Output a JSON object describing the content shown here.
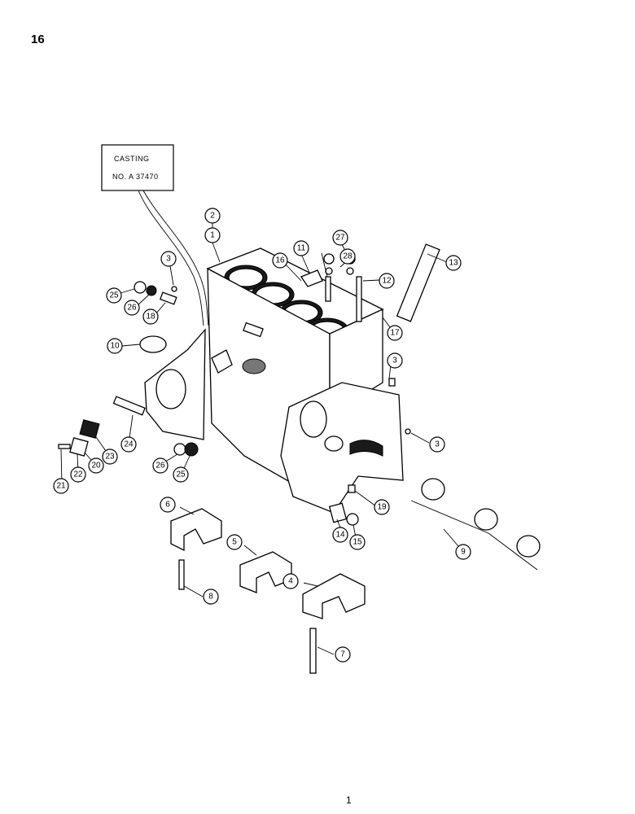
{
  "page": {
    "number": "16",
    "footer": "1"
  },
  "casting_tag": {
    "line1": "CASTING",
    "line2": "NO. A 37470"
  },
  "callouts": [
    {
      "id": "c1",
      "label": "1"
    },
    {
      "id": "c2",
      "label": "2"
    },
    {
      "id": "c3a",
      "label": "3"
    },
    {
      "id": "c3b",
      "label": "3"
    },
    {
      "id": "c3c",
      "label": "3"
    },
    {
      "id": "c4",
      "label": "4"
    },
    {
      "id": "c5",
      "label": "5"
    },
    {
      "id": "c6",
      "label": "6"
    },
    {
      "id": "c7",
      "label": "7"
    },
    {
      "id": "c8",
      "label": "8"
    },
    {
      "id": "c9",
      "label": "9"
    },
    {
      "id": "c10",
      "label": "10"
    },
    {
      "id": "c11",
      "label": "11"
    },
    {
      "id": "c12",
      "label": "12"
    },
    {
      "id": "c13",
      "label": "13"
    },
    {
      "id": "c14",
      "label": "14"
    },
    {
      "id": "c15",
      "label": "15"
    },
    {
      "id": "c16",
      "label": "16"
    },
    {
      "id": "c17",
      "label": "17"
    },
    {
      "id": "c18",
      "label": "18"
    },
    {
      "id": "c19",
      "label": "19"
    },
    {
      "id": "c20",
      "label": "20"
    },
    {
      "id": "c21",
      "label": "21"
    },
    {
      "id": "c22",
      "label": "22"
    },
    {
      "id": "c23",
      "label": "23"
    },
    {
      "id": "c24",
      "label": "24"
    },
    {
      "id": "c25a",
      "label": "25"
    },
    {
      "id": "c25b",
      "label": "25"
    },
    {
      "id": "c26a",
      "label": "26"
    },
    {
      "id": "c26b",
      "label": "26"
    },
    {
      "id": "c27",
      "label": "27"
    },
    {
      "id": "c28",
      "label": "28"
    }
  ]
}
